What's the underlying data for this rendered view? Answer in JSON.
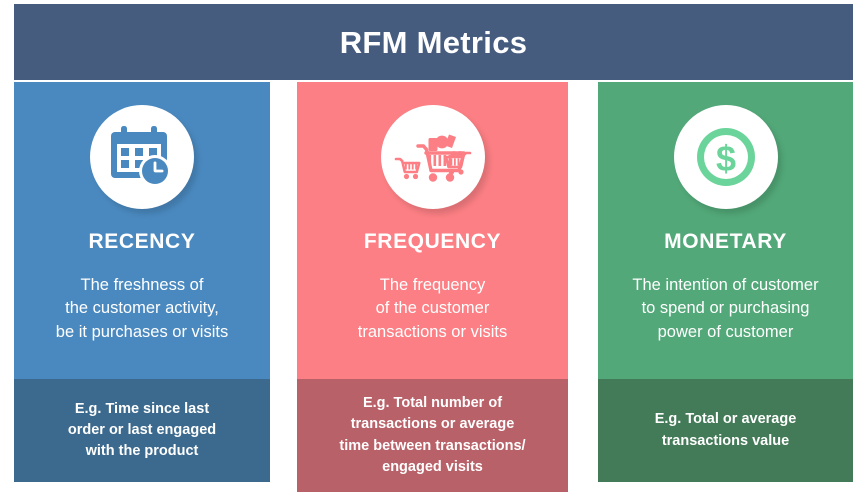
{
  "header": {
    "title": "RFM Metrics",
    "background_color": "#455c7f",
    "text_color": "#ffffff"
  },
  "columns": [
    {
      "id": "recency",
      "name": "RECENCY",
      "description": "The freshness of\nthe customer activity,\nbe it purchases or visits",
      "example": "E.g. Time since last\norder or last engaged\nwith the product",
      "icon": "calendar-clock-icon",
      "color": "#4a89bf",
      "footer_color": "#3c6a8e",
      "icon_circle_color": "#ffffff"
    },
    {
      "id": "frequency",
      "name": "FREQUENCY",
      "description": "The frequency\nof the customer\ntransactions or visits",
      "example": "E.g. Total number of\ntransactions or average\ntime between transactions/\nengaged visits",
      "icon": "shopping-carts-icon",
      "color": "#fb7f84",
      "footer_color": "#b96168",
      "icon_circle_color": "#ffffff"
    },
    {
      "id": "monetary",
      "name": "MONETARY",
      "description": "The intention of customer\nto spend or purchasing\npower of customer",
      "example": "E.g. Total or average\ntransactions value",
      "icon": "dollar-coin-icon",
      "color": "#52a878",
      "footer_color": "#437a57",
      "icon_circle_color": "#ffffff"
    }
  ]
}
